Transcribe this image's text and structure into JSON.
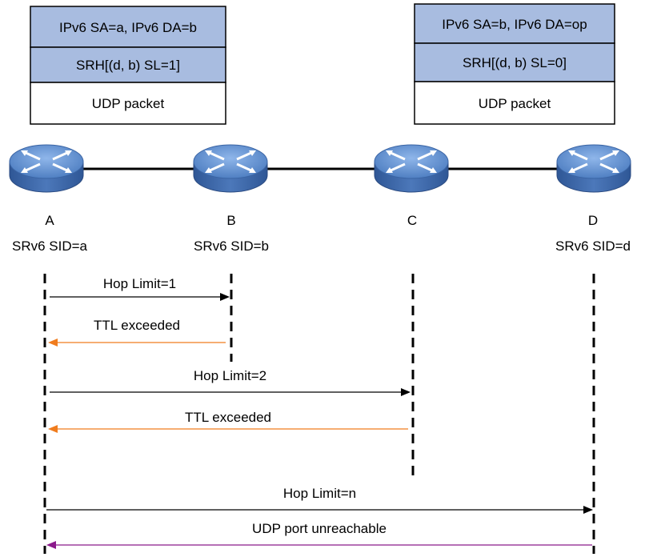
{
  "packet_left": {
    "rows": [
      "IPv6 SA=a, IPv6 DA=b",
      "SRH[(d, b) SL=1]",
      "UDP packet"
    ]
  },
  "packet_right": {
    "rows": [
      "IPv6 SA=b, IPv6 DA=op",
      "SRH[(d, b) SL=0]",
      "UDP packet"
    ]
  },
  "nodes": [
    {
      "name": "A",
      "sid": "SRv6 SID=a"
    },
    {
      "name": "B",
      "sid": "SRv6 SID=b"
    },
    {
      "name": "C",
      "sid": ""
    },
    {
      "name": "D",
      "sid": "SRv6 SID=d"
    }
  ],
  "messages": [
    {
      "label": "Hop Limit=1",
      "kind": "probe"
    },
    {
      "label": "TTL exceeded",
      "kind": "reply-ttl"
    },
    {
      "label": "Hop Limit=2",
      "kind": "probe"
    },
    {
      "label": "TTL exceeded",
      "kind": "reply-ttl"
    },
    {
      "label": "Hop Limit=n",
      "kind": "probe"
    },
    {
      "label": "UDP port unreachable",
      "kind": "reply-port"
    }
  ],
  "colors": {
    "header_fill": "#a8bce0",
    "probe_arrow": "#000000",
    "ttl_arrow": "#f07c1e",
    "port_arrow": "#8b1a8b",
    "router_body": "#4a72b0",
    "router_top": "#6c9ad6",
    "link": "#000000"
  },
  "icons": {
    "router": "router-icon"
  }
}
